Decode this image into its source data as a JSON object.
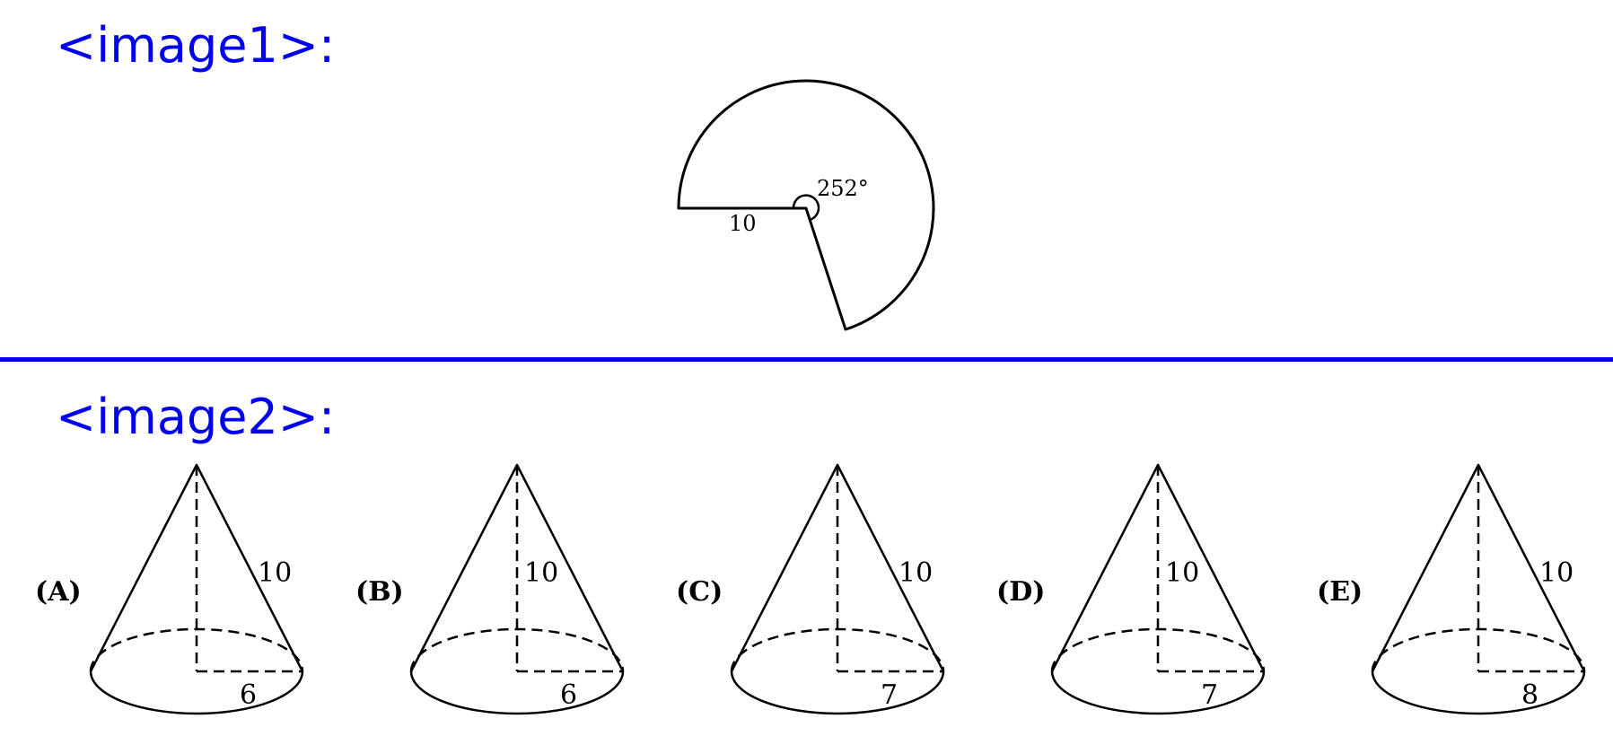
{
  "sections": {
    "image1_label": "<image1>:",
    "image2_label": "<image2>:"
  },
  "sector": {
    "radius_label": "10",
    "angle_label": "252°",
    "radius": 10,
    "angle_deg": 252
  },
  "colors": {
    "accent": "#0000ee",
    "stroke": "#000000"
  },
  "options": [
    {
      "label": "(A)",
      "slant_label": "10",
      "radius_label": "6",
      "label_on": "slant"
    },
    {
      "label": "(B)",
      "slant_label": "10",
      "radius_label": "6",
      "label_on": "height"
    },
    {
      "label": "(C)",
      "slant_label": "10",
      "radius_label": "7",
      "label_on": "slant"
    },
    {
      "label": "(D)",
      "slant_label": "10",
      "radius_label": "7",
      "label_on": "height"
    },
    {
      "label": "(E)",
      "slant_label": "10",
      "radius_label": "8",
      "label_on": "slant"
    }
  ]
}
